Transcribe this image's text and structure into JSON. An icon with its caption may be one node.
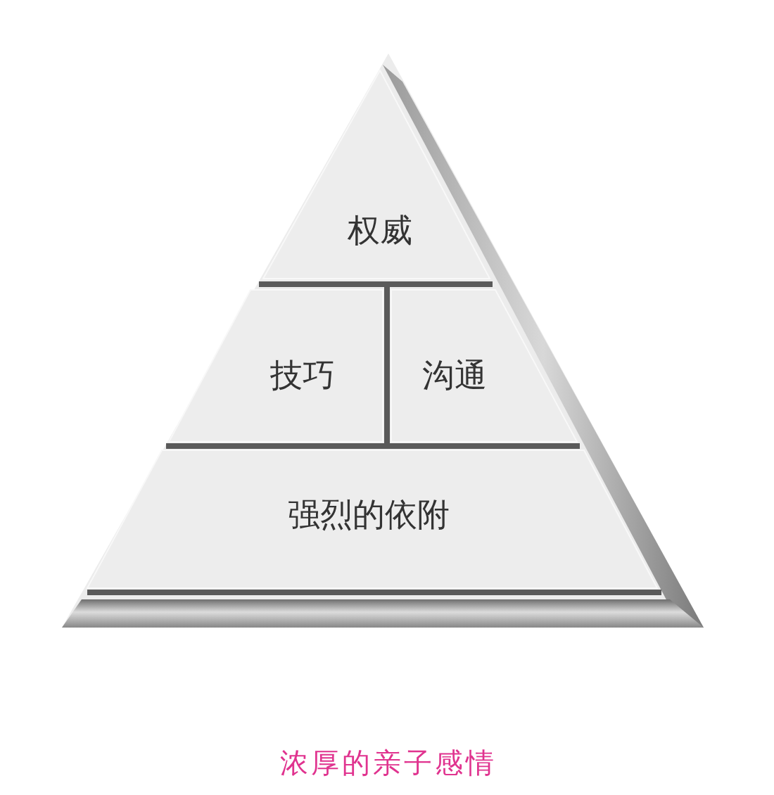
{
  "diagram": {
    "caption": "浓厚的亲子感情",
    "nodes": [
      {
        "text": [
          "权威"
        ]
      },
      {
        "text": [
          "技巧"
        ]
      },
      {
        "text": [
          "沟通"
        ]
      },
      {
        "text": [
          "强烈的依附"
        ]
      }
    ]
  }
}
